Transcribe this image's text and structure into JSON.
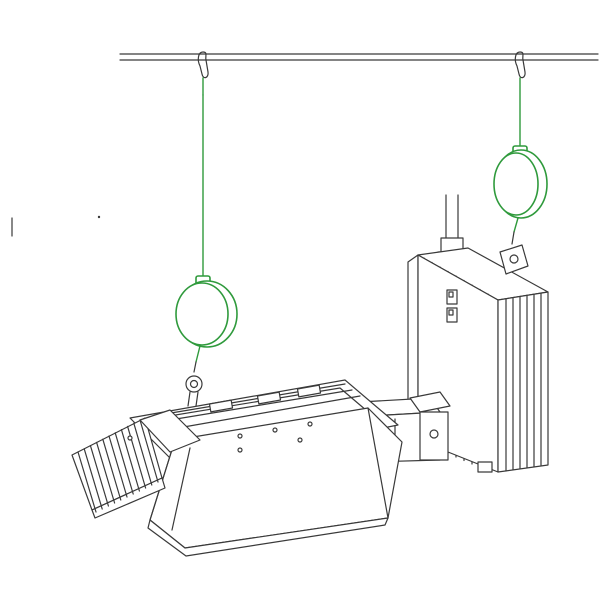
{
  "diagram": {
    "hangers": [
      {
        "id": "left",
        "brand_text": "",
        "model_text": ""
      },
      {
        "id": "right",
        "brand_text": "",
        "model_text": ""
      }
    ],
    "colors": {
      "line": "#3a3a3a",
      "hanger": "#2f9a3c",
      "background": "#ffffff"
    },
    "components": [
      "ceiling-rail",
      "rope-ratchet-hanger",
      "ballast",
      "reflector-fixture",
      "power-cord"
    ]
  }
}
